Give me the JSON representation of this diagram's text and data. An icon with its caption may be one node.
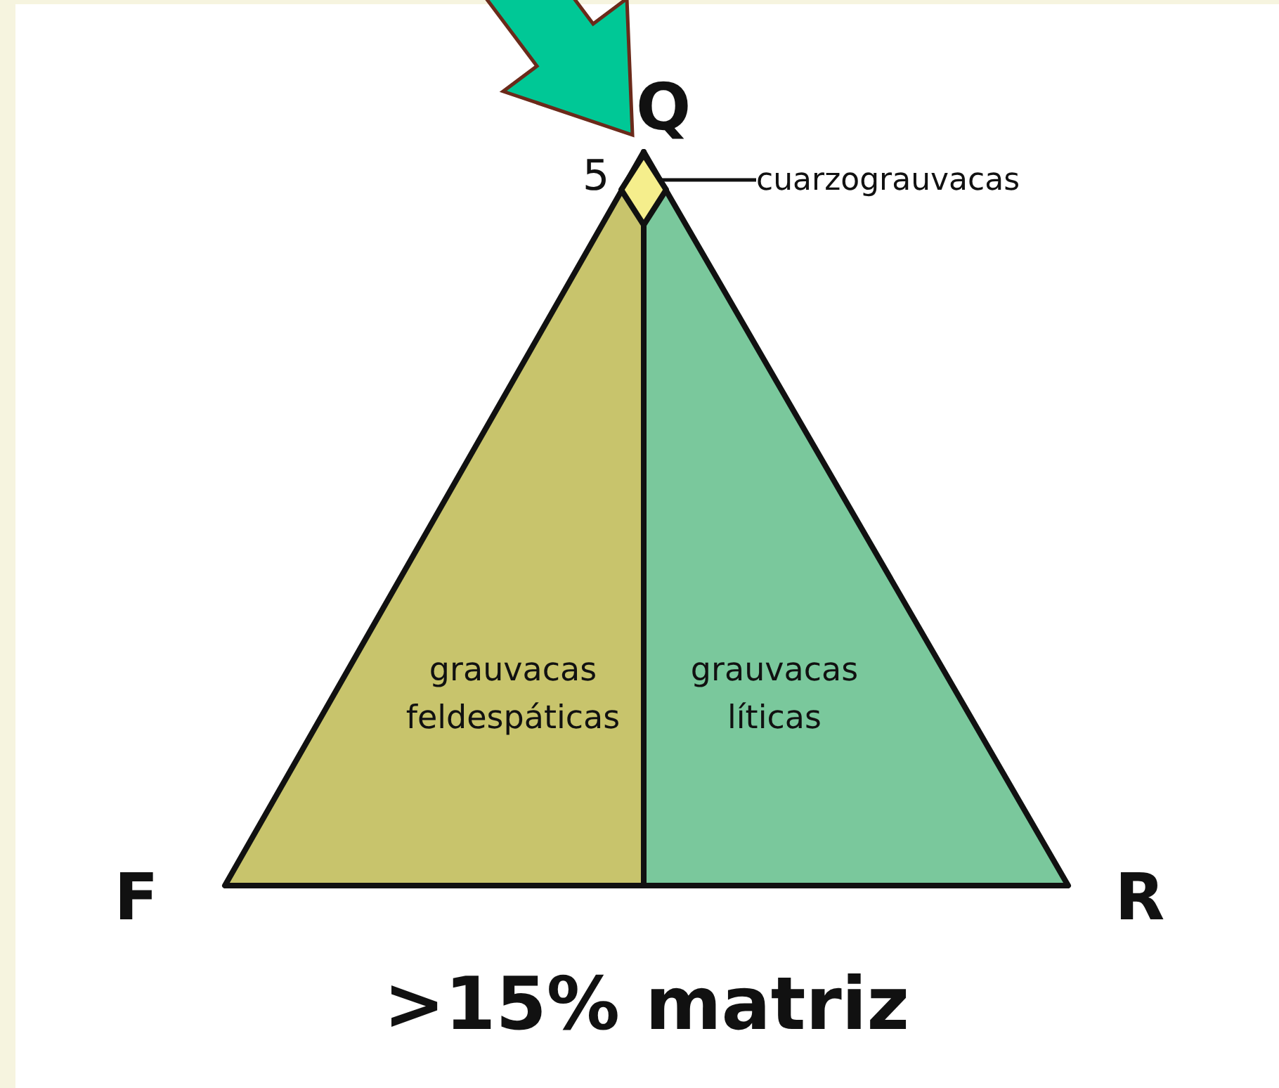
{
  "diagram": {
    "caption": ">15% matriz",
    "nodes": [
      {
        "text": [
          "Q"
        ]
      },
      {
        "text": [
          "grauvacas feldespáticas"
        ]
      },
      {
        "text": [
          "grauvacas líticas"
        ]
      },
      {
        "text": [],
        "shape": "diamond"
      },
      {
        "text": [
          "cuarzograuvacas"
        ]
      }
    ],
    "edges": [
      {
        "from": null,
        "to": 0,
        "arrow": "to",
        "style": "thick",
        "color": "#00c896"
      },
      {
        "from": 4,
        "to": 3,
        "arrow": "none"
      }
    ],
    "labels": [
      "5",
      "F",
      "R"
    ]
  }
}
